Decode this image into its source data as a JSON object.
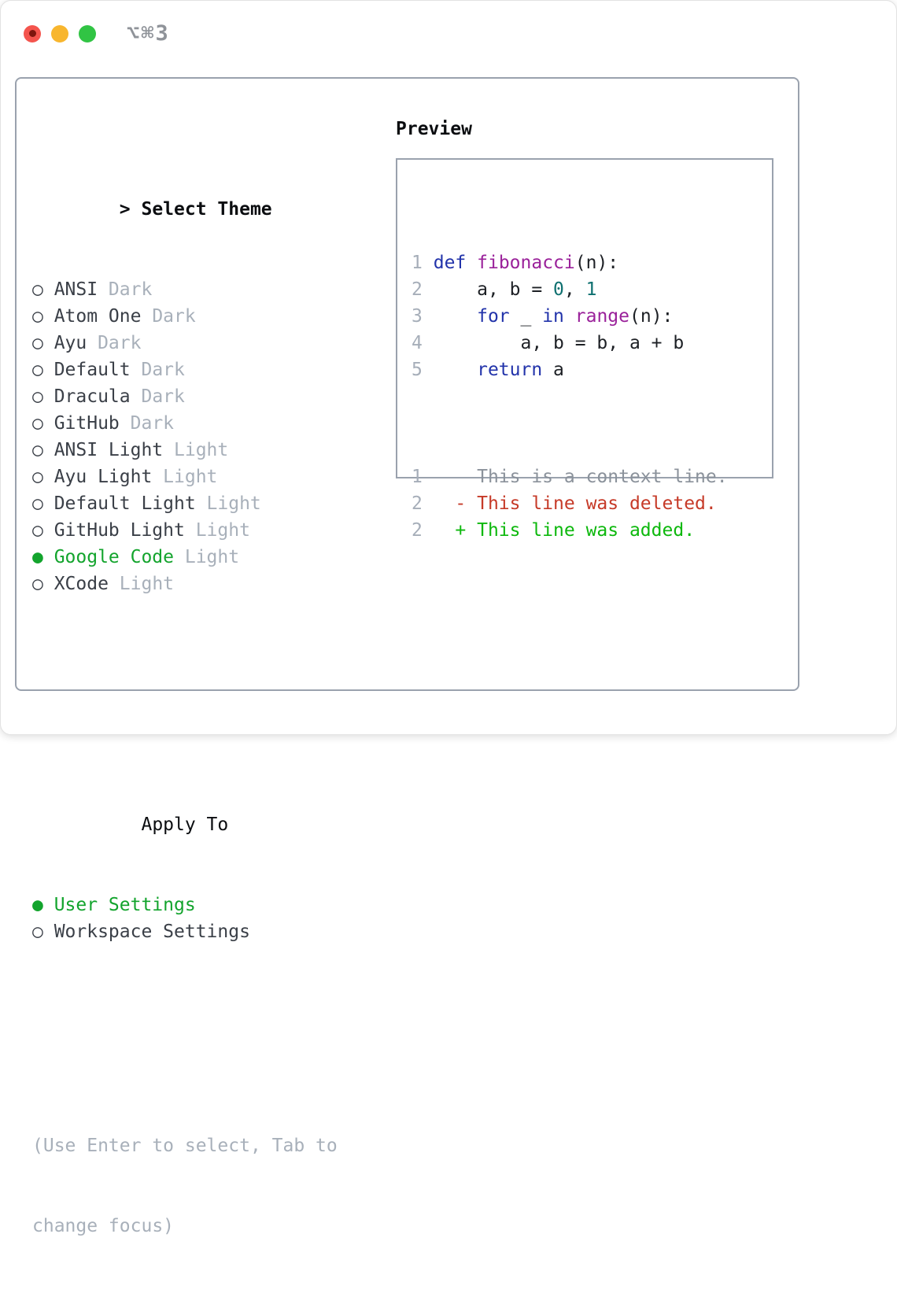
{
  "window": {
    "title": "⌥⌘3",
    "traffic_lights": {
      "close": "close-button",
      "minimize": "minimize-button",
      "zoom": "zoom-button"
    }
  },
  "theme_selector": {
    "prompt": ">",
    "title": "Select Theme",
    "radio_selected": "●",
    "radio_unselected": "○",
    "themes": [
      {
        "name": "ANSI",
        "variant": "Dark",
        "selected": false
      },
      {
        "name": "Atom One",
        "variant": "Dark",
        "selected": false
      },
      {
        "name": "Ayu",
        "variant": "Dark",
        "selected": false
      },
      {
        "name": "Default",
        "variant": "Dark",
        "selected": false
      },
      {
        "name": "Dracula",
        "variant": "Dark",
        "selected": false
      },
      {
        "name": "GitHub",
        "variant": "Dark",
        "selected": false
      },
      {
        "name": "ANSI Light",
        "variant": "Light",
        "selected": false
      },
      {
        "name": "Ayu Light",
        "variant": "Light",
        "selected": false
      },
      {
        "name": "Default Light",
        "variant": "Light",
        "selected": false
      },
      {
        "name": "GitHub Light",
        "variant": "Light",
        "selected": false
      },
      {
        "name": "Google Code",
        "variant": "Light",
        "selected": true
      },
      {
        "name": "XCode",
        "variant": "Light",
        "selected": false
      }
    ],
    "apply_to_label": "Apply To",
    "apply_options": [
      {
        "name": "User Settings",
        "selected": true
      },
      {
        "name": "Workspace Settings",
        "selected": false
      }
    ],
    "help": [
      "(Use Enter to select, Tab to",
      "change focus)"
    ]
  },
  "preview": {
    "title": "Preview",
    "code_lines": [
      {
        "num": "1",
        "tokens": [
          {
            "t": " "
          },
          {
            "t": "def",
            "c": "kw"
          },
          {
            "t": " "
          },
          {
            "t": "fibonacci",
            "c": "fn"
          },
          {
            "t": "(n):"
          }
        ]
      },
      {
        "num": "2",
        "tokens": [
          {
            "t": "     a, b = "
          },
          {
            "t": "0",
            "c": "num"
          },
          {
            "t": ", "
          },
          {
            "t": "1",
            "c": "num"
          }
        ]
      },
      {
        "num": "3",
        "tokens": [
          {
            "t": "     "
          },
          {
            "t": "for",
            "c": "kw"
          },
          {
            "t": " _ "
          },
          {
            "t": "in",
            "c": "kw"
          },
          {
            "t": " "
          },
          {
            "t": "range",
            "c": "fn"
          },
          {
            "t": "(n):"
          }
        ]
      },
      {
        "num": "4",
        "tokens": [
          {
            "t": "         a, b = b, a + b"
          }
        ]
      },
      {
        "num": "5",
        "tokens": [
          {
            "t": "     "
          },
          {
            "t": "return",
            "c": "kw"
          },
          {
            "t": " a"
          }
        ]
      },
      {
        "num": "",
        "tokens": []
      }
    ],
    "diff_lines": [
      {
        "num": "1",
        "text": "     This is a context line.",
        "type": "context"
      },
      {
        "num": "2",
        "text": "   - This line was deleted.",
        "type": "deleted"
      },
      {
        "num": "2",
        "text": "   + This line was added.",
        "type": "added"
      }
    ]
  },
  "colors": {
    "border": "#9aa2ae",
    "heading": "#0b0d10",
    "text": "#3a3f47",
    "muted": "#a8b0ba",
    "green": "#13a42d",
    "keyword": "#2233aa",
    "function": "#9a219a",
    "number": "#0e7070",
    "plain": "#1d2025",
    "linenum": "#a6aeb9",
    "context": "#8b929b",
    "deleted": "#c63a28",
    "added": "#0db80d",
    "light-red": "#f4544d",
    "light-red-dot": "#7e150d",
    "light-yellow": "#f8b62e",
    "light-green": "#31c444",
    "title-gray": "#8f9399"
  }
}
